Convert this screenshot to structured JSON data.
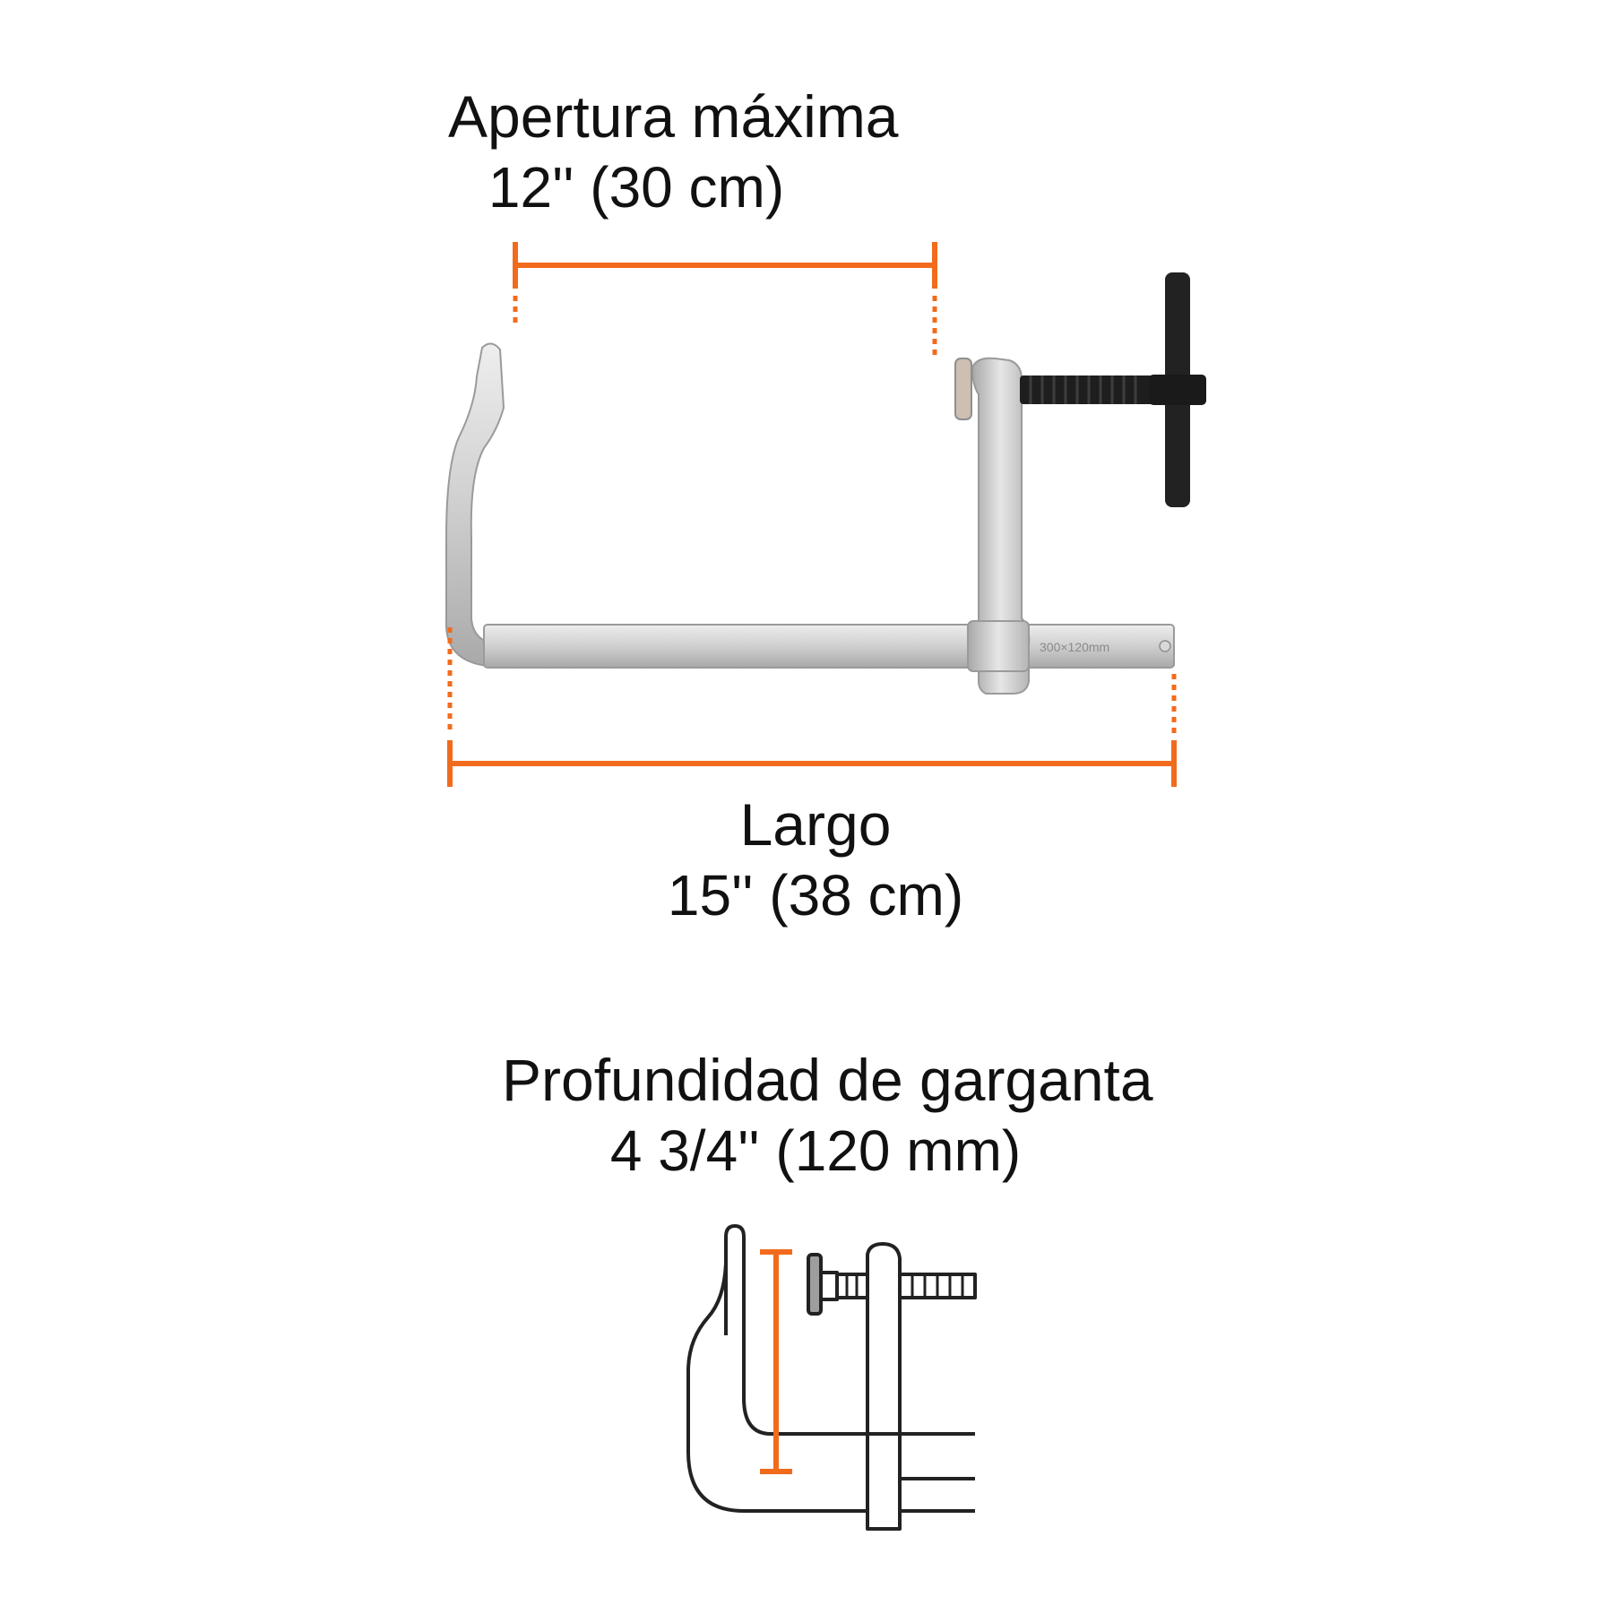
{
  "colors": {
    "accent": "#f26b1d",
    "steel": "#c9c9c9",
    "steel_dark": "#8f8f8f",
    "screw": "#1e1e1e"
  },
  "opening": {
    "label": "Apertura máxima",
    "value": "12''",
    "value_metric": "(30 cm)"
  },
  "length": {
    "label": "Largo",
    "value": "15''",
    "value_metric": "(38 cm)"
  },
  "throat": {
    "label": "Profundidad de garganta",
    "value": "4 3/4''",
    "value_metric": "(120 mm)"
  },
  "bar_marking": "300×120mm"
}
